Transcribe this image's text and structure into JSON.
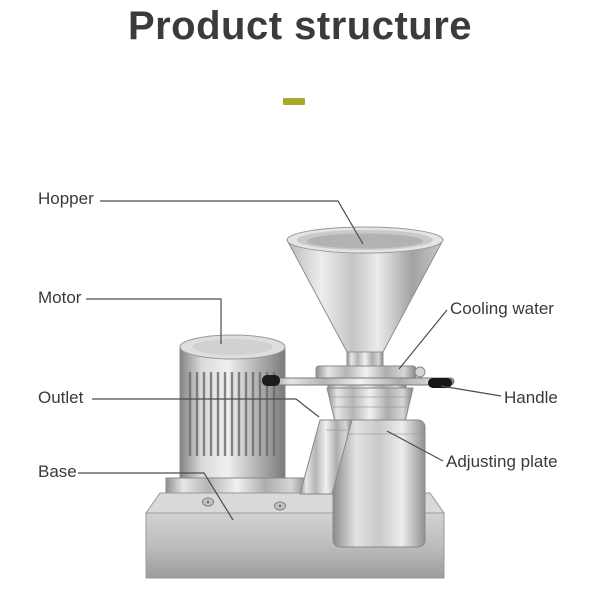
{
  "title": "Product structure",
  "labels": {
    "hopper": "Hopper",
    "motor": "Motor",
    "outlet": "Outlet",
    "base": "Base",
    "cooling_water": "Cooling water",
    "handle": "Handle",
    "adjusting_plate": "Adjusting plate"
  },
  "colors": {
    "title_text": "#3b3b3b",
    "label_text": "#3a3a3a",
    "accent_dash": "#a8aa2e",
    "leader_line": "#4d4d4d",
    "steel_light": "#f1f1f1",
    "steel_mid": "#b5b5b5",
    "steel_dark": "#858585",
    "handle_grip": "#1a1a1a"
  }
}
